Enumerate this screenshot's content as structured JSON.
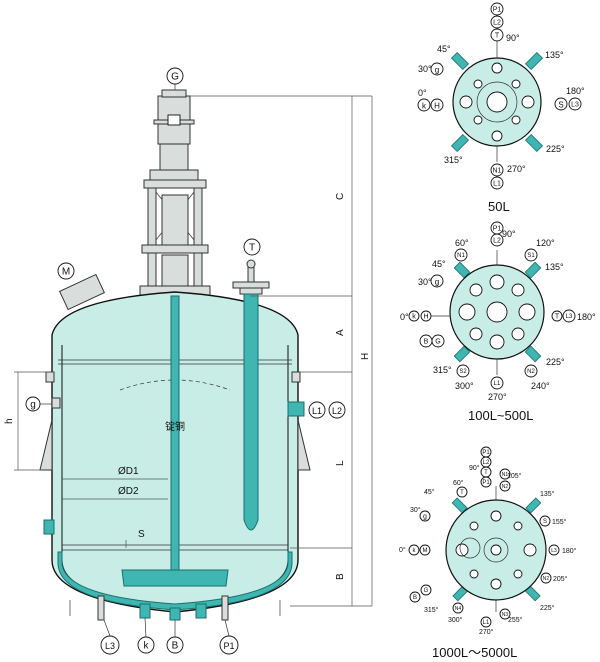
{
  "main_view": {
    "labels": {
      "g_top": "G",
      "t": "T",
      "m": "M",
      "g_side": "g",
      "l1": "L1",
      "l2": "L2",
      "l3": "L3",
      "k": "k",
      "b": "B",
      "p1": "P1",
      "od1": "ØD1",
      "od2": "ØD2",
      "s": "S",
      "center_text": "锭铜"
    },
    "dims": {
      "c": "C",
      "a": "A",
      "h_big": "H",
      "l": "L",
      "b": "B",
      "h_small": "h"
    }
  },
  "plan_50L": {
    "caption": "50L",
    "tags": {
      "p1": "P1",
      "l2": "L2",
      "t": "T",
      "g": "g",
      "k": "k",
      "h": "H",
      "s": "S",
      "l3": "L3",
      "n1": "N1",
      "l1": "L1"
    },
    "angles": {
      "a90": "90°",
      "a45": "45°",
      "a135": "135°",
      "a30": "30°",
      "a0": "0°",
      "a180": "180°",
      "a225": "225°",
      "a315": "315°",
      "a270": "270°"
    }
  },
  "plan_100L": {
    "caption": "100L~500L",
    "tags": {
      "p1": "P1",
      "l2": "L2",
      "n1": "N1",
      "s1": "S1",
      "g": "g",
      "k": "k",
      "h": "H",
      "t": "T",
      "l3": "L3",
      "b": "B",
      "g2": "G",
      "s2": "S2",
      "n2": "N2",
      "l1": "L1"
    },
    "angles": {
      "a60": "60°",
      "a90": "90°",
      "a120": "120°",
      "a45": "45°",
      "a135": "135°",
      "a30": "30°",
      "a0": "0°",
      "a180": "180°",
      "a225": "225°",
      "a315": "315°",
      "a300": "300°",
      "a270": "270°",
      "a240": "240°"
    }
  },
  "plan_1000L": {
    "caption": "1000L～5000L",
    "tags": {
      "p1": "P1",
      "l2": "L2",
      "t": "T",
      "n1": "N1",
      "n2": "N2",
      "g": "g",
      "s": "S",
      "k": "k",
      "m": "M",
      "l3": "L3",
      "b": "B",
      "g2": "G",
      "n4": "N4",
      "n3": "N3",
      "l1": "L1",
      "n5": "N5"
    },
    "angles": {
      "a90": "90°",
      "a105": "105°",
      "a45": "45°",
      "a60": "60°",
      "a135": "135°",
      "a30": "30°",
      "a155": "155°",
      "a0": "0°",
      "a180": "180°",
      "a205": "205°",
      "a225": "225°",
      "a315": "315°",
      "a300": "300°",
      "a270": "270°",
      "a255": "255°"
    }
  }
}
